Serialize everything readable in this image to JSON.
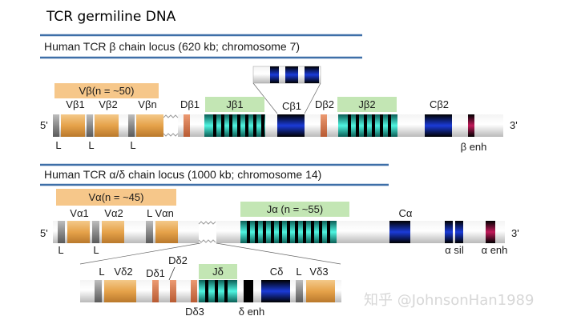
{
  "main_title": "TCR germiline DNA",
  "beta": {
    "header": "Human TCR β chain locus (620 kb; chromosome 7)",
    "five_prime": "5'",
    "three_prime": "3'",
    "v_group": "Vβ(n = ~50)",
    "v1": "Vβ1",
    "v2": "Vβ2",
    "vn": "Vβn",
    "d1": "Dβ1",
    "j1": "Jβ1",
    "c1": "Cβ1",
    "d2": "Dβ2",
    "j2": "Jβ2",
    "c2": "Cβ2",
    "l": "L",
    "enh": "β enh"
  },
  "alpha": {
    "header": "Human TCR α/δ chain locus (1000 kb; chromosome 14)",
    "five_prime": "5'",
    "three_prime": "3'",
    "v_group": "Vα(n = ~45)",
    "v1": "Vα1",
    "v2": "Vα2",
    "ln": "L Vαn",
    "j_group": "Jα (n = ~55)",
    "c": "Cα",
    "l": "L",
    "sil": "α sil",
    "enh": "α enh"
  },
  "delta": {
    "l": "L",
    "v2": "Vδ2",
    "d1": "Dδ1",
    "d2": "Dδ2",
    "j": "Jδ",
    "c": "Cδ",
    "v3": "Vδ3",
    "d3": "Dδ3",
    "enh": "δ enh"
  },
  "watermark": "知乎 @JohnsonHan1989",
  "colors": {
    "v_segment": "#e8a84a",
    "d_segment": "#d9794a",
    "j_label_bg": "#c3e6b4",
    "v_label_bg": "#f6c78a",
    "c_segment": "#0a1a7a",
    "j_band": "#3fe8d6",
    "enhancer": "#a0144a",
    "header_rule": "#3e6fa8"
  }
}
